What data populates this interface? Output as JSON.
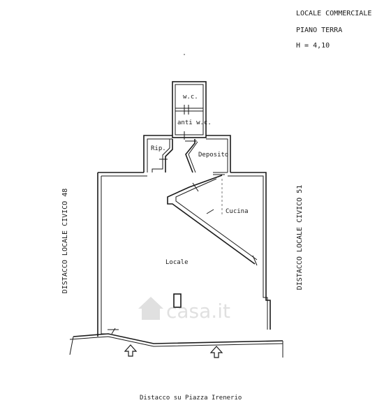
{
  "title_block": {
    "line1": "LOCALE COMMERCIALE",
    "line2": "PIANO TERRA",
    "line3": "H = 4,10"
  },
  "rooms": {
    "wc": "w.c.",
    "anti_wc": "anti w.c.",
    "rip": "Rip.",
    "deposito": "Deposito",
    "cucina": "Cucina",
    "locale": "Locale"
  },
  "side_labels": {
    "left": "DISTACCO LOCALE CIVICO 48",
    "right": "DISTACCO LOCALE CIVICO 51",
    "bottom": "Distacco su Piazza Irenerio"
  },
  "watermark": "casa.it",
  "icons": {
    "entrance": "up-arrow-icon",
    "watermark": "house-icon"
  }
}
